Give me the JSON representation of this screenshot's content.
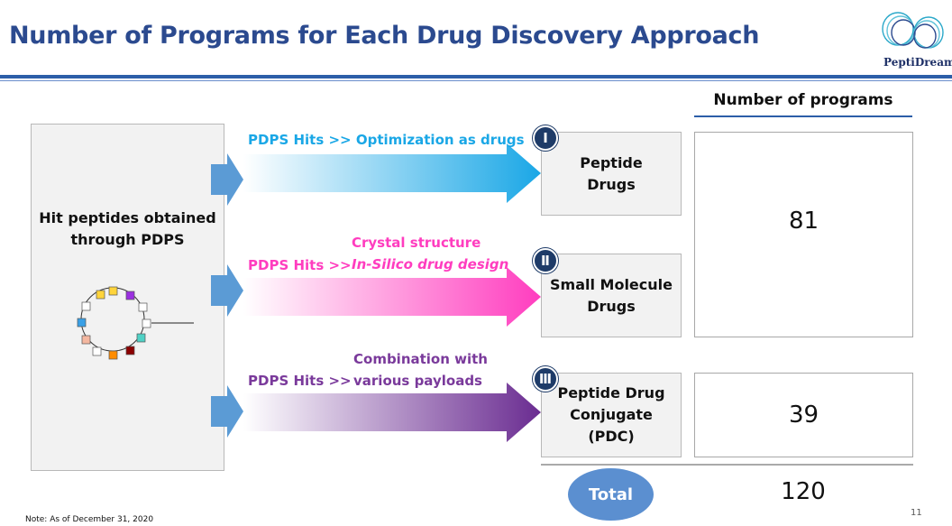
{
  "title": "Number of Programs for Each Drug Discovery Approach",
  "logo": {
    "text": "PeptiDream"
  },
  "left_box": {
    "label": "Hit peptides obtained through PDPS"
  },
  "header": {
    "number_label": "Number of programs"
  },
  "rows": [
    {
      "prefix": "PDPS Hits >> Optimization as drugs",
      "prefix_color": "#1aa7e6",
      "numeral": "Ⅰ",
      "drug": "Peptide Drugs"
    },
    {
      "prefix": "PDPS Hits >>",
      "line1": "Crystal structure",
      "line2": "In-Silico drug design",
      "color": "#ff3dbf",
      "numeral": "Ⅱ",
      "drug": "Small Molecule Drugs"
    },
    {
      "prefix": "PDPS Hits >>",
      "line1": "Combination with",
      "line2": "various payloads",
      "color": "#7a3a9b",
      "numeral": "Ⅲ",
      "drug": "Peptide Drug Conjugate (PDC)"
    }
  ],
  "values": {
    "combined": "81",
    "pdc": "39",
    "total_label": "Total",
    "total": "120"
  },
  "note": "Note: As of December 31, 2020",
  "page": "11"
}
